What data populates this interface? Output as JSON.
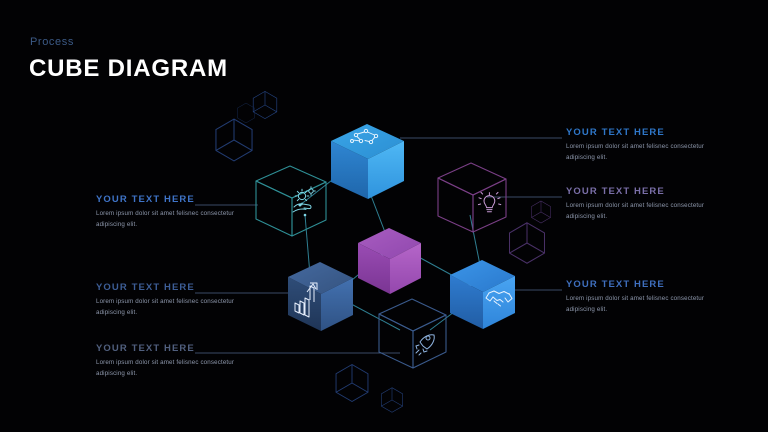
{
  "header": {
    "eyebrow": "Process",
    "title": "CUBE DIAGRAM"
  },
  "body_text": "Lorem ipsum dolor sit amet felisnec consectetur adipiscing elit.",
  "callouts": [
    {
      "id": "left-1",
      "title": "YOUR  TEXT HERE",
      "body": "Lorem ipsum dolor sit amet felisnec consectetur adipiscing elit.",
      "color": "#3f74c8",
      "side": "left"
    },
    {
      "id": "left-2",
      "title": "YOUR  TEXT HERE",
      "body": "Lorem ipsum dolor sit amet felisnec consectetur adipiscing elit.",
      "color": "#3d5e97",
      "side": "left"
    },
    {
      "id": "left-3",
      "title": "YOUR  TEXT HERE",
      "body": "Lorem ipsum dolor sit amet felisnec consectetur adipiscing elit.",
      "color": "#51607f",
      "side": "left"
    },
    {
      "id": "right-1",
      "title": "YOUR  TEXT HERE",
      "body": "Lorem ipsum dolor sit amet felisnec consectetur adipiscing elit.",
      "color": "#2f77c9",
      "side": "right"
    },
    {
      "id": "right-2",
      "title": "YOUR  TEXT HERE",
      "body": "Lorem ipsum dolor sit amet felisnec consectetur adipiscing elit.",
      "color": "#7a6fa8",
      "side": "right"
    },
    {
      "id": "right-3",
      "title": "YOUR  TEXT HERE",
      "body": "Lorem ipsum dolor sit amet felisnec consectetur adipiscing elit.",
      "color": "#3f6fbe",
      "side": "right"
    }
  ],
  "cubes": [
    {
      "id": "cube-top",
      "icon": "network-icon",
      "style": "solid-blue",
      "top_color": "#2f9ae0",
      "left_color": "#2f82cf",
      "right_color": "#49b2f0"
    },
    {
      "id": "cube-left",
      "icon": "gear-hand-icon",
      "style": "wire-teal",
      "line_color": "#2f8f96"
    },
    {
      "id": "cube-right",
      "icon": "lightbulb-icon",
      "style": "wire-violet",
      "line_color": "#7a3f86"
    },
    {
      "id": "cube-center",
      "icon": "none",
      "style": "solid-magenta",
      "top_color": "#a152b8",
      "left_color": "#8a3fa3",
      "right_color": "#b05fc4"
    },
    {
      "id": "cube-bottom-left",
      "icon": "growth-icon",
      "style": "solid-steel",
      "top_color": "#3c5e94",
      "left_color": "#2c4870",
      "right_color": "#3f6aa8"
    },
    {
      "id": "cube-bottom-right",
      "icon": "handshake-icon",
      "style": "solid-brightblue",
      "top_color": "#2f88e0",
      "left_color": "#2a72c4",
      "right_color": "#3f9bf0"
    },
    {
      "id": "cube-bottom",
      "icon": "rocket-icon",
      "style": "wire-navy",
      "line_color": "#3a4e78"
    }
  ],
  "decorations": [
    {
      "id": "deco-hex-1",
      "color": "#1b3563"
    },
    {
      "id": "deco-hex-2",
      "color": "#1b3563"
    },
    {
      "id": "deco-hex-3",
      "color": "#3b2a56"
    },
    {
      "id": "deco-hex-4",
      "color": "#3b2a56"
    },
    {
      "id": "deco-hex-5",
      "color": "#1b3563"
    },
    {
      "id": "deco-hex-6",
      "color": "#1b3563"
    }
  ],
  "palette": {
    "background": "#020204",
    "title": "#ffffff",
    "eyebrow": "#3c5a86",
    "body": "#8e98ad",
    "connector": "#3b4a66",
    "connector_teal": "#2f8f96"
  }
}
